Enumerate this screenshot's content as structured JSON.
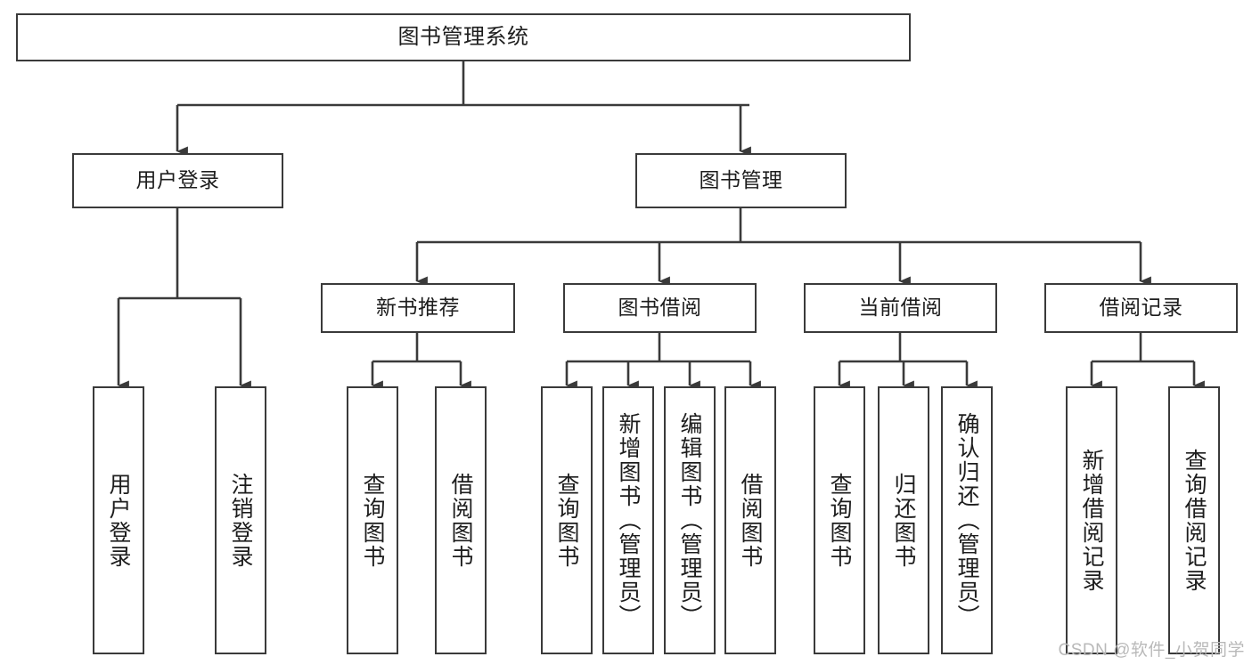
{
  "diagram": {
    "title": "图书管理系统",
    "type": "hierarchy-tree",
    "root": {
      "id": "root",
      "label": "图书管理系统"
    },
    "level2": [
      {
        "id": "user-login",
        "label": "用户登录"
      },
      {
        "id": "book-manage",
        "label": "图书管理"
      }
    ],
    "level3": [
      {
        "id": "new-book-recommend",
        "label": "新书推荐"
      },
      {
        "id": "book-borrow",
        "label": "图书借阅"
      },
      {
        "id": "current-borrow",
        "label": "当前借阅"
      },
      {
        "id": "borrow-record",
        "label": "借阅记录"
      }
    ],
    "leaves": {
      "user_login": [
        {
          "id": "leaf-user-login",
          "label": "用户登录"
        },
        {
          "id": "leaf-logout-login",
          "label": "注销登录"
        }
      ],
      "new_book_recommend": [
        {
          "id": "leaf-query-book-1",
          "label": "查询图书"
        },
        {
          "id": "leaf-borrow-book-1",
          "label": "借阅图书"
        }
      ],
      "book_borrow": [
        {
          "id": "leaf-query-book-2",
          "label": "查询图书"
        },
        {
          "id": "leaf-add-book",
          "label": "新增图书（管理员）"
        },
        {
          "id": "leaf-edit-book",
          "label": "编辑图书（管理员）"
        },
        {
          "id": "leaf-borrow-book-2",
          "label": "借阅图书"
        }
      ],
      "current_borrow": [
        {
          "id": "leaf-query-book-3",
          "label": "查询图书"
        },
        {
          "id": "leaf-return-book",
          "label": "归还图书"
        },
        {
          "id": "leaf-confirm-return",
          "label": "确认归还（管理员）"
        }
      ],
      "borrow_record": [
        {
          "id": "leaf-add-record",
          "label": "新增借阅记录"
        },
        {
          "id": "leaf-query-record",
          "label": "查询借阅记录"
        }
      ]
    }
  },
  "watermark": {
    "text": "CSDN @软件_小贺同学"
  },
  "colors": {
    "stroke": "#3a3a3a",
    "background": "#ffffff",
    "text": "#1d1d1d",
    "watermark": "#b9b9b9"
  }
}
